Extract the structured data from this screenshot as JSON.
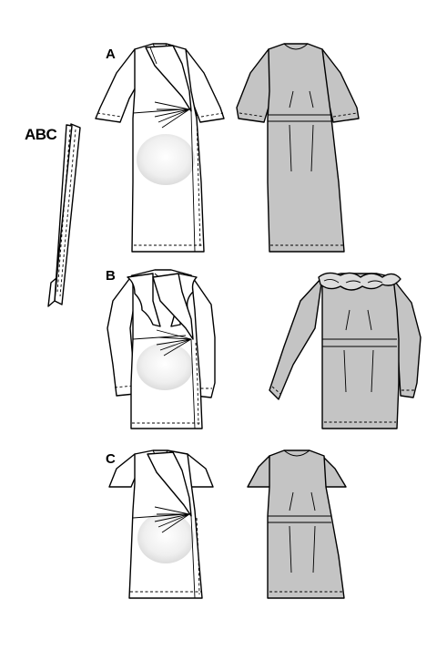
{
  "labels": {
    "abc": "ABC",
    "a": "A",
    "b": "B",
    "c": "C"
  },
  "colors": {
    "outline": "#000000",
    "front_fill": "#ffffff",
    "back_fill": "#c4c4c4",
    "belly_shade": "#e6e6e6"
  },
  "views": [
    "front",
    "back"
  ],
  "variants": [
    {
      "id": "A",
      "sleeve": "elbow-length",
      "collar": "none",
      "length": "knee"
    },
    {
      "id": "B",
      "sleeve": "long",
      "collar": "ruffle",
      "length": "above-knee"
    },
    {
      "id": "C",
      "sleeve": "cap",
      "collar": "none",
      "length": "above-knee"
    }
  ],
  "accessory": "tie belt"
}
